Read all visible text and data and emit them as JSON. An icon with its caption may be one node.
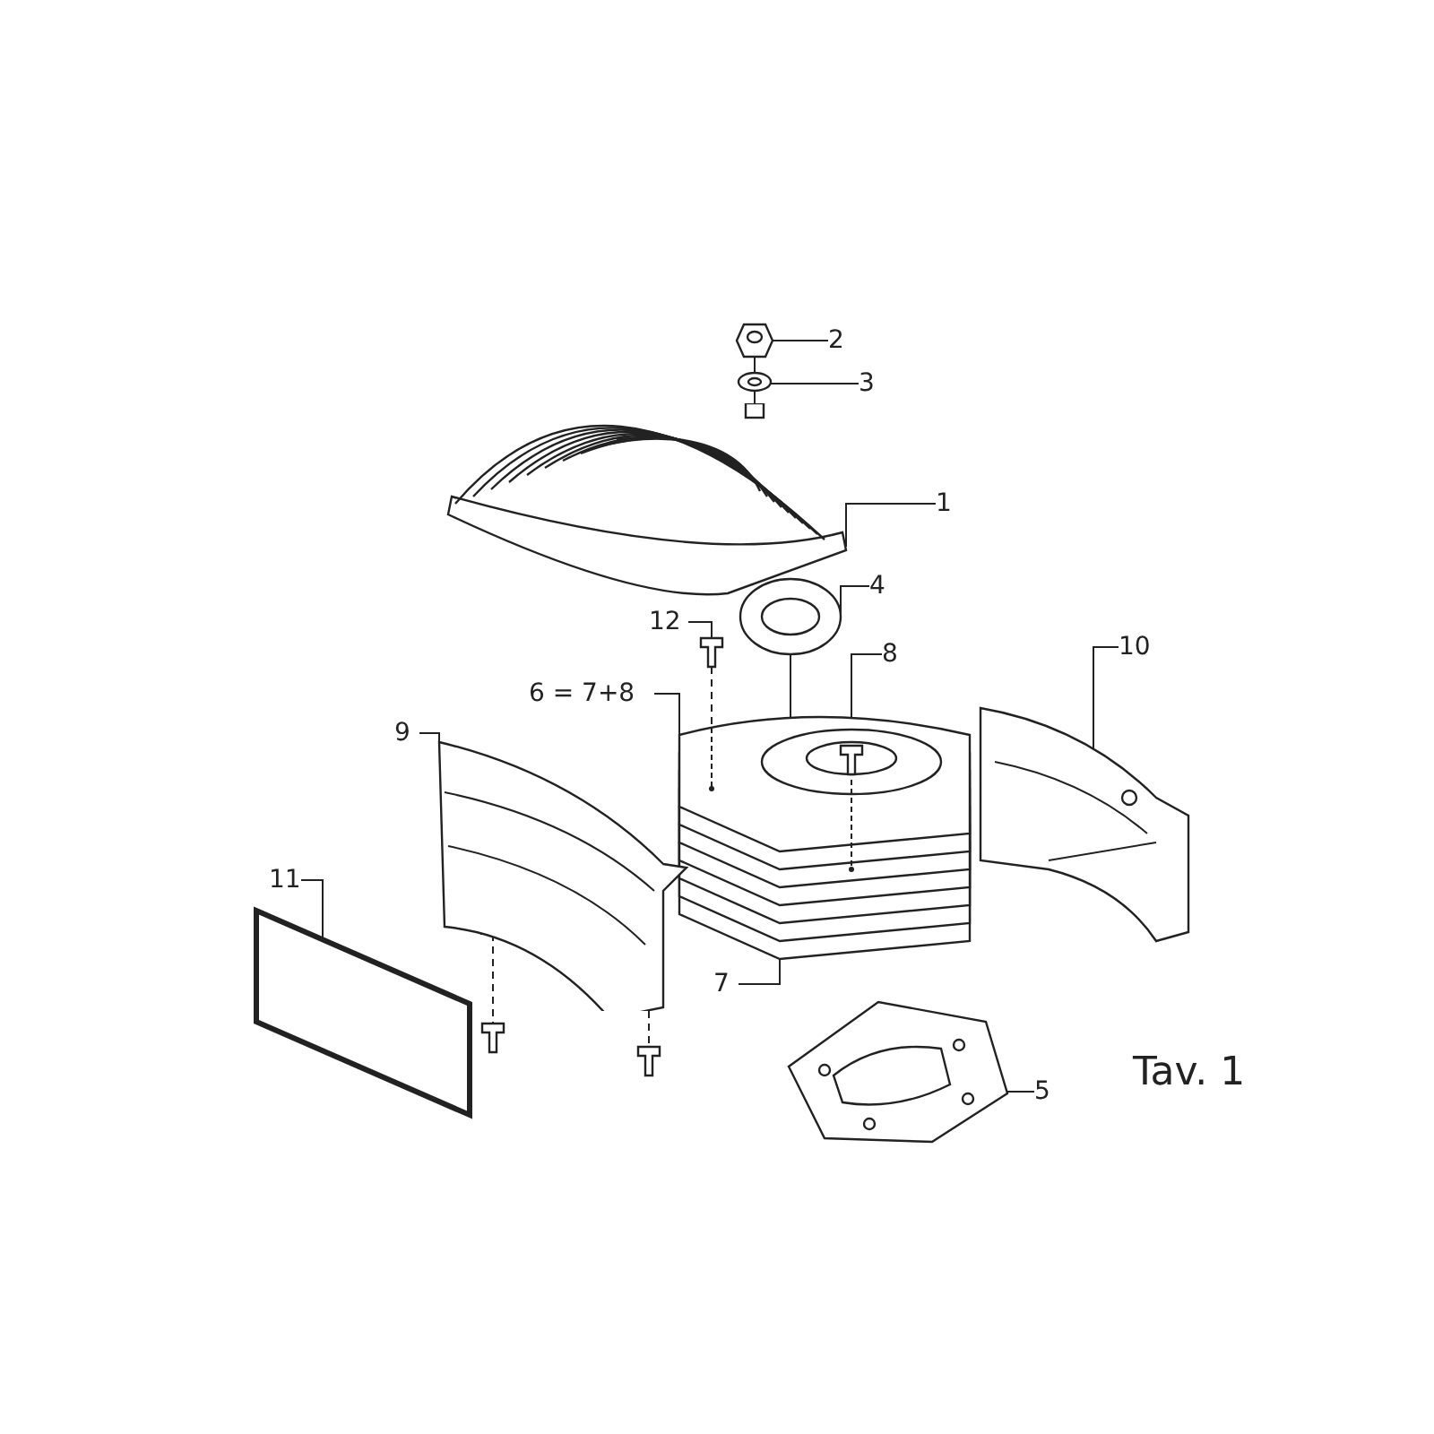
{
  "diagram": {
    "nodes": [
      {
        "text": [
          "2"
        ]
      },
      {
        "text": [],
        "shape": "picture"
      },
      {
        "text": [
          "3"
        ]
      },
      {
        "text": [],
        "shape": "picture"
      },
      {
        "text": [
          "1"
        ]
      },
      {
        "text": [],
        "shape": "picture"
      },
      {
        "text": [
          "4"
        ]
      },
      {
        "text": [],
        "shape": "picture"
      },
      {
        "text": [
          "10"
        ]
      },
      {
        "text": [],
        "shape": "picture"
      },
      {
        "text": [
          "12"
        ]
      },
      {
        "text": [],
        "shape": "picture"
      },
      {
        "text": [
          "6 = 7+8"
        ]
      },
      {
        "text": [
          "8"
        ]
      },
      {
        "text": [],
        "shape": "picture"
      },
      {
        "text": [],
        "shape": "picture"
      },
      {
        "text": [
          "9"
        ]
      },
      {
        "text": [],
        "shape": "picture"
      },
      {
        "text": [
          "11"
        ]
      },
      {
        "text": [],
        "shape": "box"
      },
      {
        "text": [],
        "shape": "picture"
      },
      {
        "text": [],
        "shape": "picture"
      },
      {
        "text": [
          "7"
        ]
      },
      {
        "text": [
          "5"
        ]
      },
      {
        "text": [],
        "shape": "picture"
      }
    ],
    "edges": [
      {
        "from": 0,
        "to": 1,
        "arrow": "none"
      },
      {
        "from": 2,
        "to": 3,
        "arrow": "none"
      },
      {
        "from": 4,
        "to": 5,
        "arrow": "none"
      },
      {
        "from": 6,
        "to": 7,
        "arrow": "none"
      },
      {
        "from": 8,
        "to": 9,
        "arrow": "none"
      },
      {
        "from": 10,
        "to": 11,
        "arrow": "none"
      },
      {
        "from": 12,
        "to": 15,
        "arrow": "none"
      },
      {
        "from": 13,
        "to": 14,
        "arrow": "none"
      },
      {
        "from": 16,
        "to": 17,
        "arrow": "none"
      },
      {
        "from": 18,
        "to": 19,
        "arrow": "none"
      },
      {
        "from": 22,
        "to": 15,
        "arrow": "none"
      },
      {
        "from": 23,
        "to": 24,
        "arrow": "none"
      },
      {
        "from": 1,
        "to": 3,
        "arrow": "none"
      },
      {
        "from": 3,
        "to": 5,
        "arrow": "none"
      },
      {
        "from": 7,
        "to": 15,
        "arrow": "none"
      },
      {
        "from": 11,
        "to": 15,
        "arrow": "none",
        "style": "dashed"
      },
      {
        "from": 17,
        "to": 20,
        "arrow": "none",
        "style": "dashed"
      },
      {
        "from": 17,
        "to": 21,
        "arrow": "none",
        "style": "dashed"
      }
    ],
    "labels": [
      "Tav. 1"
    ]
  }
}
